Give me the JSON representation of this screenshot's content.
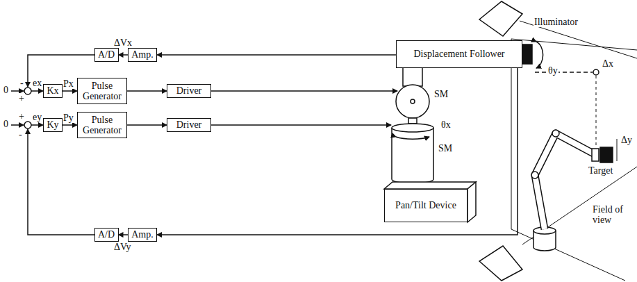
{
  "diagram": {
    "nodes": [
      {
        "text": [
          "Displacement Follower"
        ]
      },
      {
        "text": [
          "Amp."
        ]
      },
      {
        "text": [
          "A/D"
        ]
      },
      {
        "text": [
          "Kx"
        ]
      },
      {
        "text": [
          "Pulse Generator"
        ]
      },
      {
        "text": [
          "Driver"
        ]
      },
      {
        "text": [
          "Ky"
        ]
      },
      {
        "text": [
          "Pulse Generator"
        ]
      },
      {
        "text": [
          "Driver"
        ]
      },
      {
        "text": [
          "Pan/Tilt Device"
        ]
      },
      {
        "text": [
          "A/D"
        ]
      },
      {
        "text": [
          "Amp."
        ]
      }
    ],
    "edges": [
      {
        "from": 0,
        "to": 1,
        "arrow": "to"
      },
      {
        "from": 1,
        "to": 2,
        "arrow": "to"
      },
      {
        "from": 3,
        "to": 4,
        "arrow": "to"
      },
      {
        "from": 4,
        "to": 5,
        "arrow": "to"
      },
      {
        "from": 6,
        "to": 7,
        "arrow": "to"
      },
      {
        "from": 7,
        "to": 8,
        "arrow": "to"
      },
      {
        "from": 0,
        "to": 11,
        "arrow": "to"
      },
      {
        "from": 11,
        "to": 10,
        "arrow": "to"
      }
    ],
    "labels": [
      "0",
      "-",
      "+",
      "ex",
      "Px",
      "0",
      "+",
      "-",
      "ey",
      "Py",
      "ΔVx",
      "ΔVy",
      "SM",
      "SM",
      "θx",
      "θy",
      "Illuminator",
      "Δx",
      "Δy",
      "Target",
      "Field of view"
    ]
  }
}
